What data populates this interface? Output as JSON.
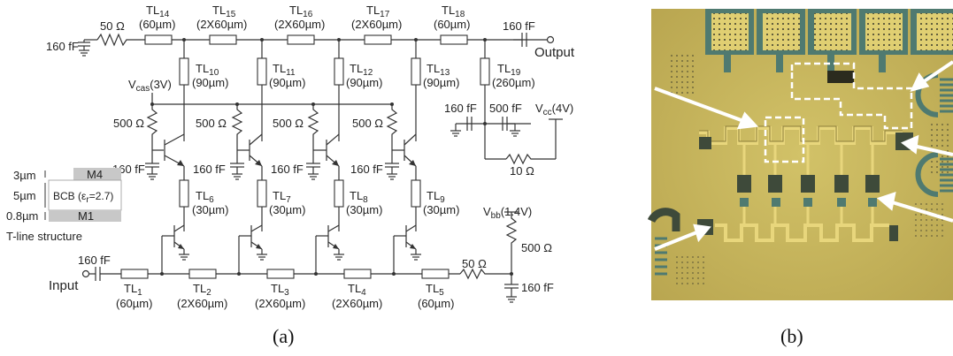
{
  "panel_a": {
    "caption": "(a)",
    "top_line": {
      "resistor": "50 Ω",
      "cap_left": "160 fF",
      "cap_out": "160 fF",
      "output": "Output",
      "tl": [
        {
          "name": "TL",
          "sub": "14",
          "len": "(60µm)"
        },
        {
          "name": "TL",
          "sub": "15",
          "len": "(2X60µm)"
        },
        {
          "name": "TL",
          "sub": "16",
          "len": "(2X60µm)"
        },
        {
          "name": "TL",
          "sub": "17",
          "len": "(2X60µm)"
        },
        {
          "name": "TL",
          "sub": "18",
          "len": "(60µm)"
        }
      ]
    },
    "stubs_top": [
      {
        "name": "TL",
        "sub": "10",
        "len": "(90µm)"
      },
      {
        "name": "TL",
        "sub": "11",
        "len": "(90µm)"
      },
      {
        "name": "TL",
        "sub": "12",
        "len": "(90µm)"
      },
      {
        "name": "TL",
        "sub": "13",
        "len": "(90µm)"
      },
      {
        "name": "TL",
        "sub": "19",
        "len": "(260µm)"
      }
    ],
    "stubs_mid": [
      {
        "name": "TL",
        "sub": "6",
        "len": "(30µm)"
      },
      {
        "name": "TL",
        "sub": "7",
        "len": "(30µm)"
      },
      {
        "name": "TL",
        "sub": "8",
        "len": "(30µm)"
      },
      {
        "name": "TL",
        "sub": "9",
        "len": "(30µm)"
      }
    ],
    "bottom_line": {
      "input": "Input",
      "cap_in": "160 fF",
      "resistor": "50 Ω",
      "cap_right": "160 fF",
      "tl": [
        {
          "name": "TL",
          "sub": "1",
          "len": "(60µm)"
        },
        {
          "name": "TL",
          "sub": "2",
          "len": "(2X60µm)"
        },
        {
          "name": "TL",
          "sub": "3",
          "len": "(2X60µm)"
        },
        {
          "name": "TL",
          "sub": "4",
          "len": "(2X60µm)"
        },
        {
          "name": "TL",
          "sub": "5",
          "len": "(60µm)"
        }
      ]
    },
    "gate_resistors": [
      "500 Ω",
      "500 Ω",
      "500 Ω",
      "500 Ω"
    ],
    "gate_caps": [
      "160 fF",
      "160 fF",
      "160 fF",
      "160 fF"
    ],
    "vcas": {
      "name": "V",
      "sub": "cas",
      "value": "(3V)"
    },
    "vcc": {
      "name": "V",
      "sub": "cc",
      "value": "(4V)"
    },
    "vbb": {
      "name": "V",
      "sub": "bb",
      "value": "(1.4V)"
    },
    "vcc_caps": [
      "160 fF",
      "500 fF"
    ],
    "vcc_resistor": "10 Ω",
    "vbb_resistor": "500 Ω",
    "tline": {
      "title": "T-line structure",
      "top_metal": "M4",
      "bottom_metal": "M1",
      "dielectric": "BCB (ε",
      "dielectric_sub": "r",
      "dielectric_val": "=2.7)",
      "thickness": [
        "3µm",
        "5µm",
        "0.8µm"
      ]
    }
  },
  "panel_b": {
    "caption": "(b)",
    "colors": {
      "substrate": "#c8b65a",
      "metal": "#e0cf72",
      "dark": "#3e4a3a",
      "teal": "#4f7a70"
    }
  }
}
